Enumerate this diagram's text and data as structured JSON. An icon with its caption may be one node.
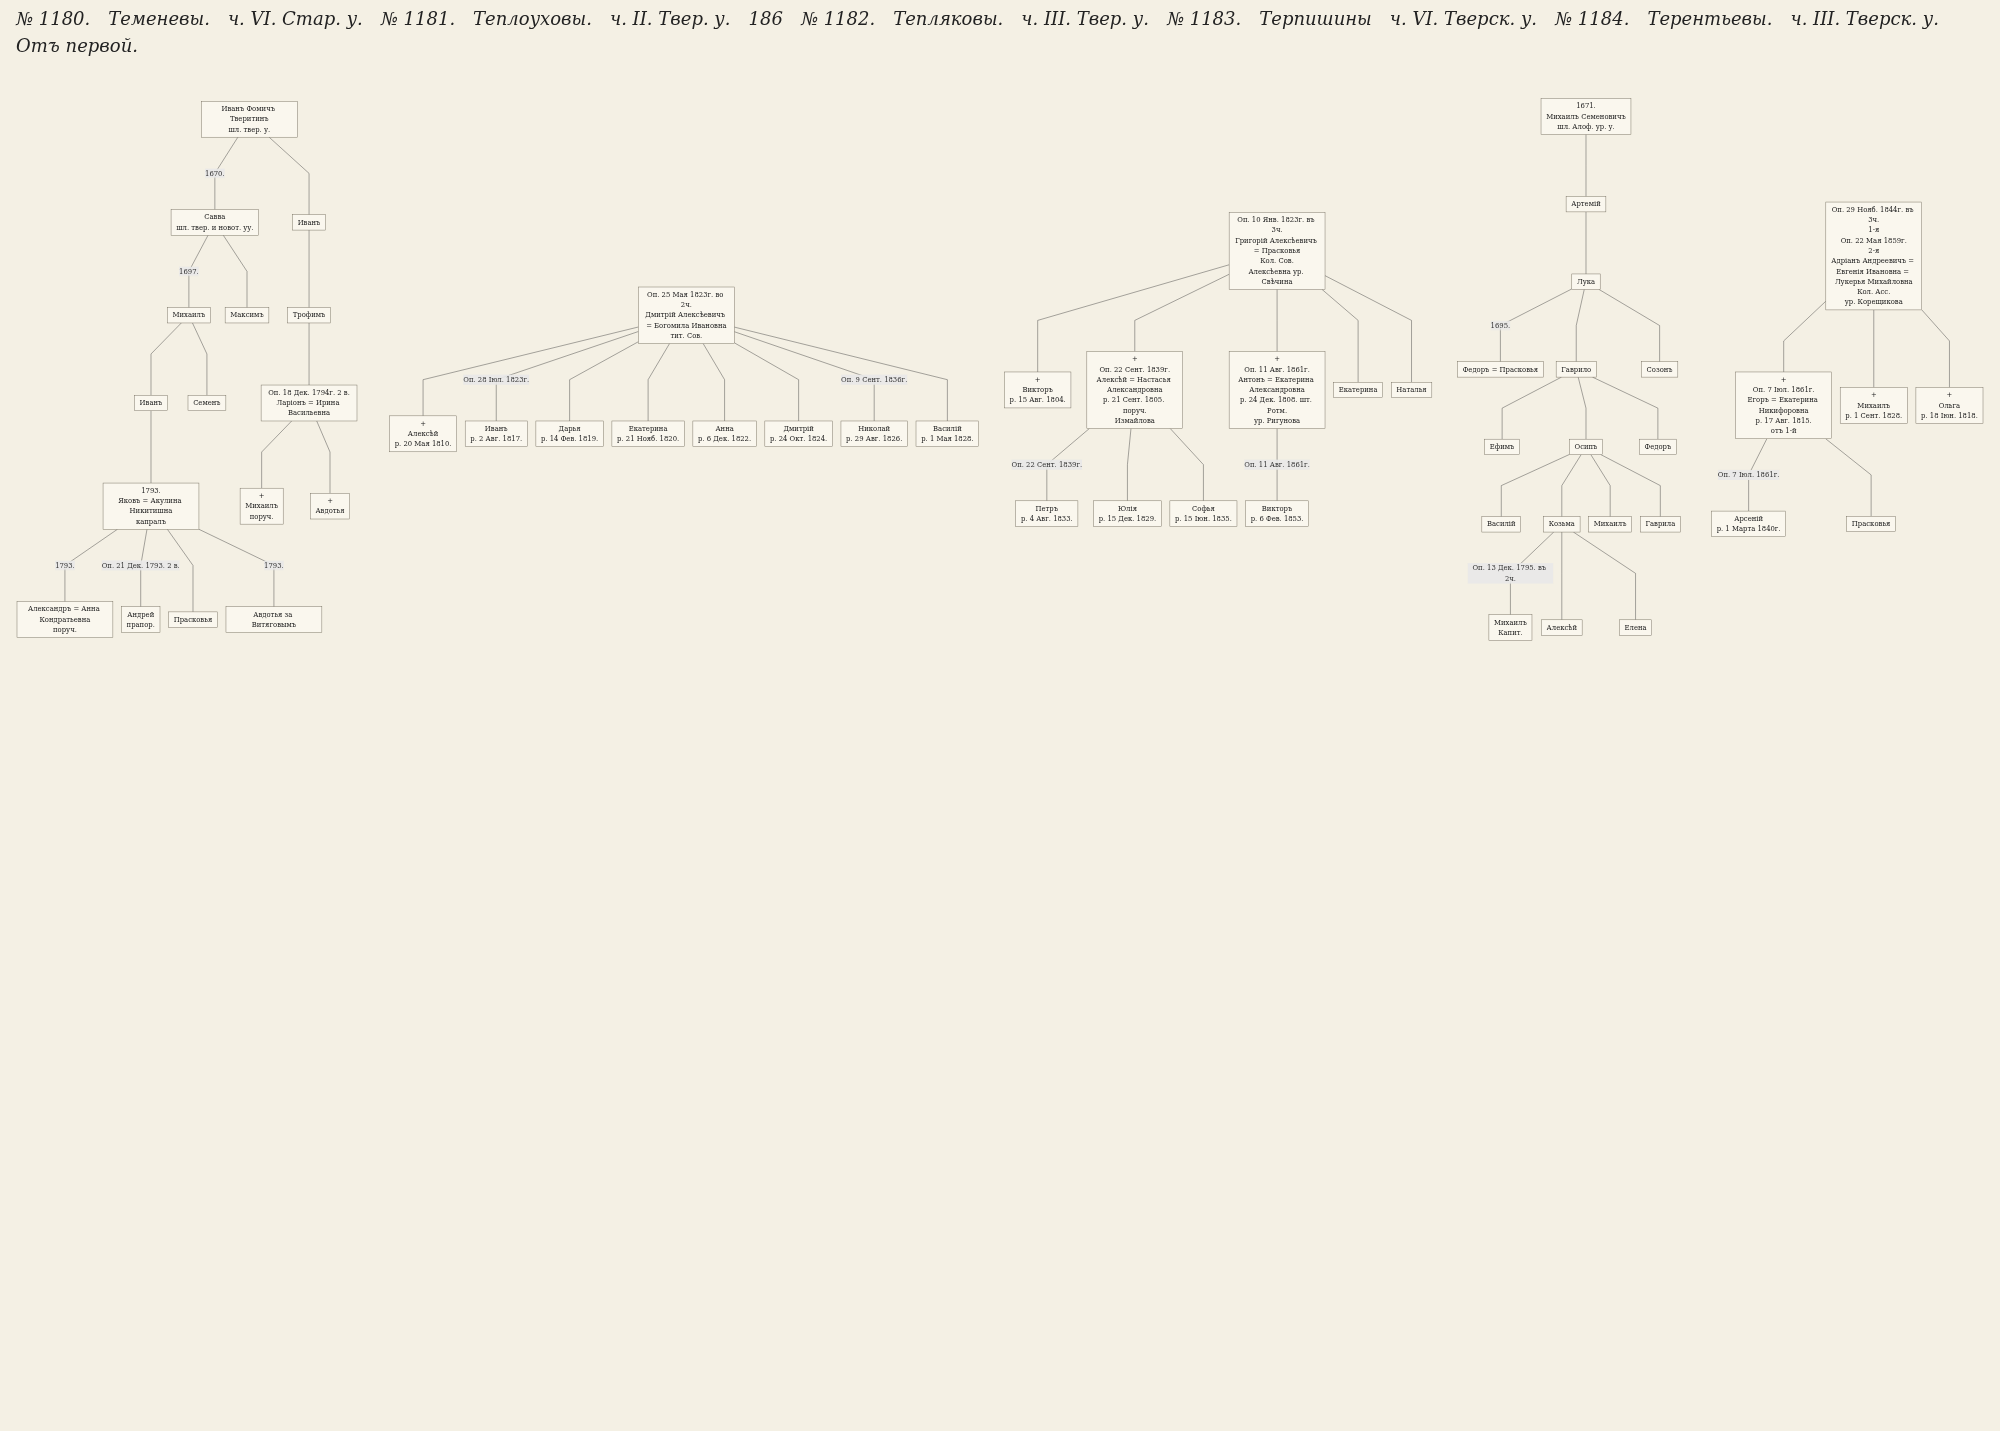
{
  "diagram": {
    "nodes": [
      {
        "text": [
          "Иванъ Фомичъ Тверитинъ",
          "шл. твер. у."
        ]
      },
      {
        "text": [
          "Савва",
          "шл. твер. и новот. уу."
        ]
      },
      {
        "text": [
          "Иванъ"
        ]
      },
      {
        "text": [
          "Михаилъ"
        ]
      },
      {
        "text": [
          "Максимъ"
        ]
      },
      {
        "text": [
          "Трофимъ"
        ]
      },
      {
        "text": [
          "Иванъ"
        ]
      },
      {
        "text": [
          "Семенъ"
        ]
      },
      {
        "text": [
          "Оп. 18 Дек. 1794г. 2 в.",
          "Ларіонъ = Ирина Васильевна"
        ]
      },
      {
        "text": [
          "1793.",
          "Яковъ = Акулина Никитишна",
          "капралъ"
        ]
      },
      {
        "text": [
          "+",
          "Михаилъ",
          "поруч."
        ]
      },
      {
        "text": [
          "+",
          "Авдотья"
        ]
      },
      {
        "text": [
          "Александръ = Анна Кондратьевна",
          "поруч."
        ]
      },
      {
        "text": [
          "Андрей",
          "прапор."
        ]
      },
      {
        "text": [
          "Прасковья"
        ]
      },
      {
        "text": [
          "Авдотья за Витяговымъ"
        ]
      },
      {
        "text": [
          "Оп. 25 Мая 1823г. во 2ч.",
          "Дмитрій Алексѣевичъ = Богомила Ивановна",
          "тит. Сов."
        ]
      },
      {
        "text": [
          "+",
          "Алексѣй",
          "р. 20 Мая 1810."
        ]
      },
      {
        "text": [
          "Иванъ",
          "р. 2 Авг. 1817."
        ]
      },
      {
        "text": [
          "Дарья",
          "р. 14 Фев. 1819."
        ]
      },
      {
        "text": [
          "Екатерина",
          "р. 21 Нояб. 1820."
        ]
      },
      {
        "text": [
          "Анна",
          "р. 6 Дек. 1822."
        ]
      },
      {
        "text": [
          "Дмитрій",
          "р. 24 Окт. 1824."
        ]
      },
      {
        "text": [
          "Николай",
          "р. 29 Авг. 1826."
        ]
      },
      {
        "text": [
          "Василій",
          "р. 1 Мая 1828."
        ]
      },
      {
        "text": [
          "Оп. 10 Янв. 1823г. въ 3ч.",
          "Григорій Алексѣевичъ = Прасковья",
          "Кол. Сов.",
          "Алексѣевна ур. Свѣчина"
        ]
      },
      {
        "text": [
          "+",
          "Викторъ",
          "р. 15 Авг. 1804."
        ]
      },
      {
        "text": [
          "+",
          "Оп. 22 Сент. 1839г.",
          "Алексѣй = Настасья Александровна",
          "р. 21 Сент. 1805. поруч.",
          "Измайлова"
        ]
      },
      {
        "text": [
          "+",
          "Оп. 11 Авг. 1861г.",
          "Антонъ = Екатерина Александровна",
          "р. 24 Дек. 1808. шт. Ротм.",
          "ур. Ригунова"
        ]
      },
      {
        "text": [
          "Екатерина"
        ]
      },
      {
        "text": [
          "Наталья"
        ]
      },
      {
        "text": [
          "Петръ",
          "р. 4 Авг. 1833."
        ]
      },
      {
        "text": [
          "Юлія",
          "р. 15 Дек. 1829."
        ]
      },
      {
        "text": [
          "Софья",
          "р. 15 Іюн. 1835."
        ]
      },
      {
        "text": [
          "Викторъ",
          "р. 6 Фев. 1853."
        ]
      },
      {
        "text": [
          "1671.",
          "Михаилъ Семеновичъ",
          "шл. Алоф. ур. у."
        ]
      },
      {
        "text": [
          "Артемій"
        ]
      },
      {
        "text": [
          "Лука"
        ]
      },
      {
        "text": [
          "Федоръ = Прасковья"
        ]
      },
      {
        "text": [
          "Гаврило"
        ]
      },
      {
        "text": [
          "Созонъ"
        ]
      },
      {
        "text": [
          "Ефимъ"
        ]
      },
      {
        "text": [
          "Осипъ"
        ]
      },
      {
        "text": [
          "Федоръ"
        ]
      },
      {
        "text": [
          "Василій"
        ]
      },
      {
        "text": [
          "Козьма"
        ]
      },
      {
        "text": [
          "Михаилъ"
        ]
      },
      {
        "text": [
          "Гаврила"
        ]
      },
      {
        "text": [
          "Михаилъ",
          "Капит."
        ]
      },
      {
        "text": [
          "Алексѣй"
        ]
      },
      {
        "text": [
          "Елена"
        ]
      },
      {
        "text": [
          "Оп. 29 Нояб. 1844г. въ 3ч.",
          "1-я",
          "Оп. 22 Мая 1859г.",
          "2-я",
          "Адріанъ Андреевичъ = Евгенія Ивановна = Лукерья Михайловна",
          "Кол. Асс.",
          "ур. Корещикова"
        ]
      },
      {
        "text": [
          "+",
          "Оп. 7 Іюл. 1861г.",
          "Егоръ = Екатерина Никифоровна",
          "р. 17 Авг. 1815.",
          "отъ 1-й"
        ]
      },
      {
        "text": [
          "+",
          "Михаилъ",
          "р. 1 Сент. 1828."
        ]
      },
      {
        "text": [
          "+",
          "Ольга",
          "р. 18 Іюн. 1818."
        ]
      },
      {
        "text": [
          "Арсеній",
          "р. 1 Марта 1840г."
        ]
      },
      {
        "text": [
          "Прасковья"
        ]
      }
    ],
    "edges": [
      {
        "from": 0,
        "to": 1,
        "arrow": "none",
        "label": "1670."
      },
      {
        "from": 0,
        "to": 2,
        "arrow": "none"
      },
      {
        "from": 1,
        "to": 3,
        "arrow": "none",
        "label": "1697."
      },
      {
        "from": 1,
        "to": 4,
        "arrow": "none"
      },
      {
        "from": 2,
        "to": 5,
        "arrow": "none"
      },
      {
        "from": 3,
        "to": 6,
        "arrow": "none"
      },
      {
        "from": 3,
        "to": 7,
        "arrow": "none"
      },
      {
        "from": 5,
        "to": 8,
        "arrow": "none"
      },
      {
        "from": 6,
        "to": 9,
        "arrow": "none"
      },
      {
        "from": 8,
        "to": 10,
        "arrow": "none"
      },
      {
        "from": 8,
        "to": 11,
        "arrow": "none"
      },
      {
        "from": 9,
        "to": 12,
        "arrow": "none",
        "label": "1793."
      },
      {
        "from": 9,
        "to": 13,
        "arrow": "none",
        "label": "Оп. 21 Дек. 1793. 2 в."
      },
      {
        "from": 9,
        "to": 14,
        "arrow": "none"
      },
      {
        "from": 9,
        "to": 15,
        "arrow": "none",
        "label": "1793."
      },
      {
        "from": 16,
        "to": 17,
        "arrow": "none"
      },
      {
        "from": 16,
        "to": 18,
        "arrow": "none",
        "label": "Оп. 28 Іюл. 1823г."
      },
      {
        "from": 16,
        "to": 19,
        "arrow": "none"
      },
      {
        "from": 16,
        "to": 20,
        "arrow": "none"
      },
      {
        "from": 16,
        "to": 21,
        "arrow": "none"
      },
      {
        "from": 16,
        "to": 22,
        "arrow": "none"
      },
      {
        "from": 16,
        "to": 23,
        "arrow": "none",
        "label": "Оп. 9 Сент. 1836г."
      },
      {
        "from": 16,
        "to": 24,
        "arrow": "none"
      },
      {
        "from": 25,
        "to": 26,
        "arrow": "none"
      },
      {
        "from": 25,
        "to": 27,
        "arrow": "none"
      },
      {
        "from": 25,
        "to": 28,
        "arrow": "none"
      },
      {
        "from": 25,
        "to": 29,
        "arrow": "none"
      },
      {
        "from": 25,
        "to": 30,
        "arrow": "none"
      },
      {
        "from": 27,
        "to": 31,
        "arrow": "none",
        "label": "Оп. 22 Сент. 1839г."
      },
      {
        "from": 27,
        "to": 32,
        "arrow": "none"
      },
      {
        "from": 27,
        "to": 33,
        "arrow": "none"
      },
      {
        "from": 28,
        "to": 34,
        "arrow": "none",
        "label": "Оп. 11 Авг. 1861г."
      },
      {
        "from": 35,
        "to": 36,
        "arrow": "none"
      },
      {
        "from": 36,
        "to": 37,
        "arrow": "none"
      },
      {
        "from": 37,
        "to": 38,
        "arrow": "none",
        "label": "1695."
      },
      {
        "from": 37,
        "to": 39,
        "arrow": "none"
      },
      {
        "from": 37,
        "to": 40,
        "arrow": "none"
      },
      {
        "from": 39,
        "to": 41,
        "arrow": "none"
      },
      {
        "from": 39,
        "to": 42,
        "arrow": "none"
      },
      {
        "from": 39,
        "to": 43,
        "arrow": "none"
      },
      {
        "from": 42,
        "to": 44,
        "arrow": "none"
      },
      {
        "from": 42,
        "to": 45,
        "arrow": "none"
      },
      {
        "from": 42,
        "to": 46,
        "arrow": "none"
      },
      {
        "from": 42,
        "to": 47,
        "arrow": "none"
      },
      {
        "from": 45,
        "to": 48,
        "arrow": "none",
        "label": "Оп. 13 Дек. 1795. въ 2ч."
      },
      {
        "from": 45,
        "to": 49,
        "arrow": "none"
      },
      {
        "from": 45,
        "to": 50,
        "arrow": "none"
      },
      {
        "from": 51,
        "to": 52,
        "arrow": "none"
      },
      {
        "from": 51,
        "to": 53,
        "arrow": "none"
      },
      {
        "from": 51,
        "to": 54,
        "arrow": "none"
      },
      {
        "from": 52,
        "to": 55,
        "arrow": "none",
        "label": "Оп. 7 Іюл. 1861г."
      },
      {
        "from": 52,
        "to": 56,
        "arrow": "none"
      }
    ],
    "labels": [
      "№ 1180.",
      "Теменевы.",
      "ч. VI. Стар. у.",
      "№ 1181.",
      "Теплоуховы.",
      "ч. II. Твер. у.",
      "186",
      "№ 1182.",
      "Тепляковы.",
      "ч. III. Твер. у.",
      "№ 1183.",
      "Терпишины",
      "ч. VI. Тверск. у.",
      "№ 1184.",
      "Терентьевы.",
      "ч. III. Тверск. у.",
      "Отъ первой."
    ]
  }
}
